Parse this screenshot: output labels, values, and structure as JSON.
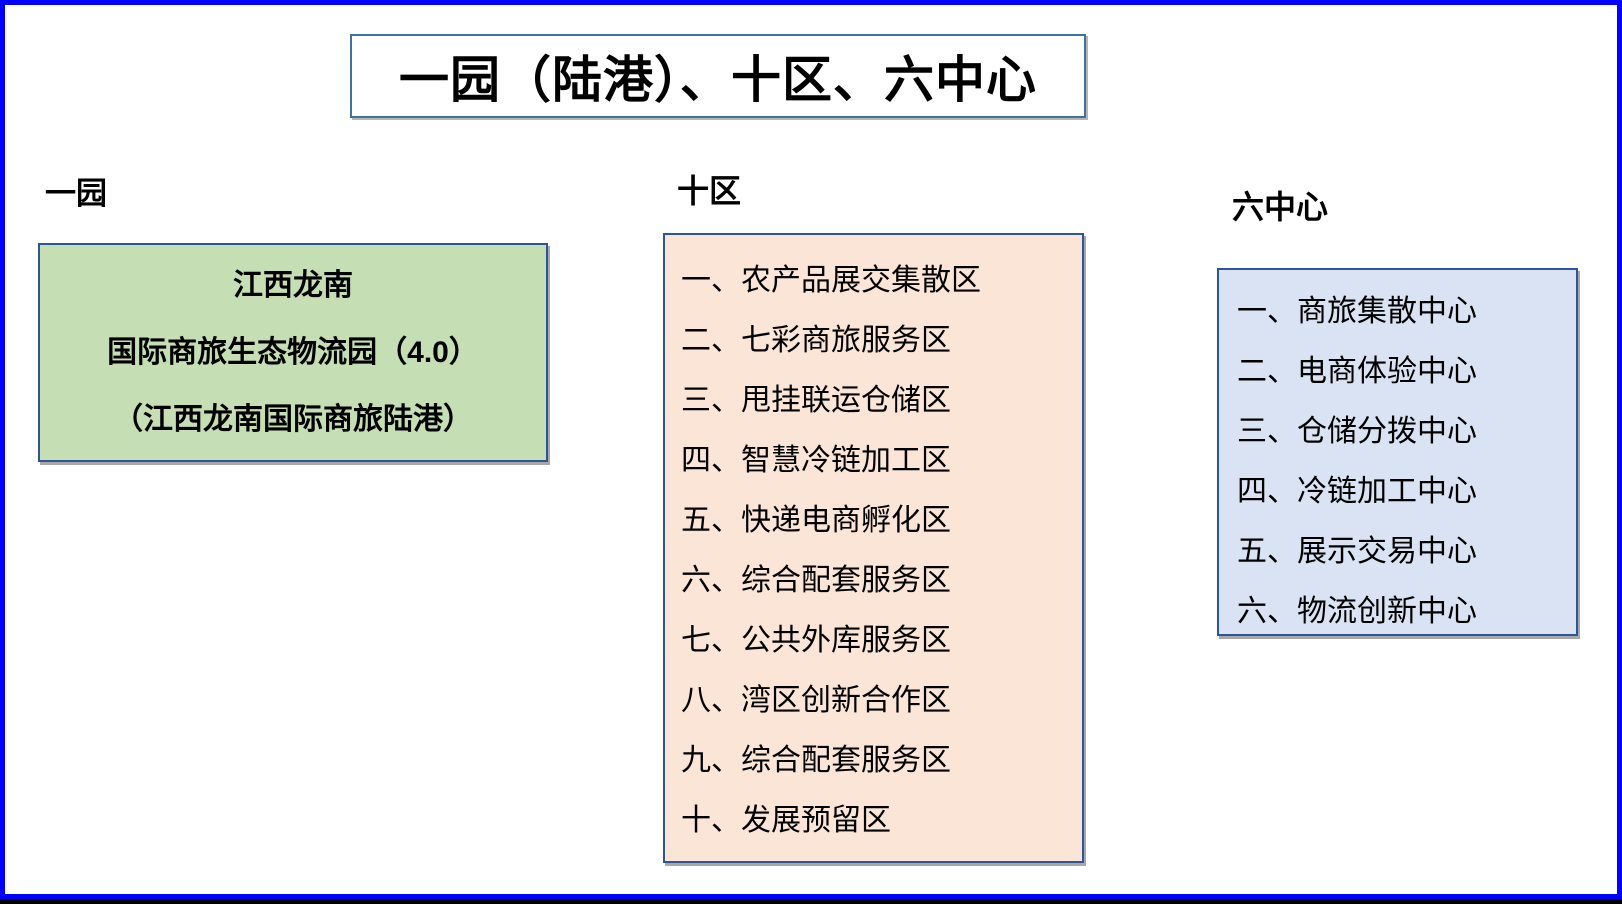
{
  "title": {
    "text": "一园（陆港）、十区、六中心"
  },
  "colors": {
    "page_border": "#0000ff",
    "page_bottom_strip": "#000000",
    "title_border": "#41719c",
    "content_border": "#2f5597",
    "park_fill": "#c5deb3",
    "zones_fill": "#fbe5d6",
    "centers_fill": "#dae3f3",
    "text": "#000000"
  },
  "park": {
    "label": "一园",
    "lines": [
      "江西龙南",
      "国际商旅生态物流园（4.0）",
      "（江西龙南国际商旅陆港）"
    ]
  },
  "zones": {
    "label": "十区",
    "items": [
      "一、农产品展交集散区",
      "二、七彩商旅服务区",
      "三、甩挂联运仓储区",
      "四、智慧冷链加工区",
      "五、快递电商孵化区",
      "六、综合配套服务区",
      "七、公共外库服务区",
      "八、湾区创新合作区",
      "九、综合配套服务区",
      "十、发展预留区"
    ]
  },
  "centers": {
    "label": "六中心",
    "items": [
      "一、商旅集散中心",
      "二、电商体验中心",
      "三、仓储分拨中心",
      "四、冷链加工中心",
      "五、展示交易中心",
      "六、物流创新中心"
    ]
  }
}
